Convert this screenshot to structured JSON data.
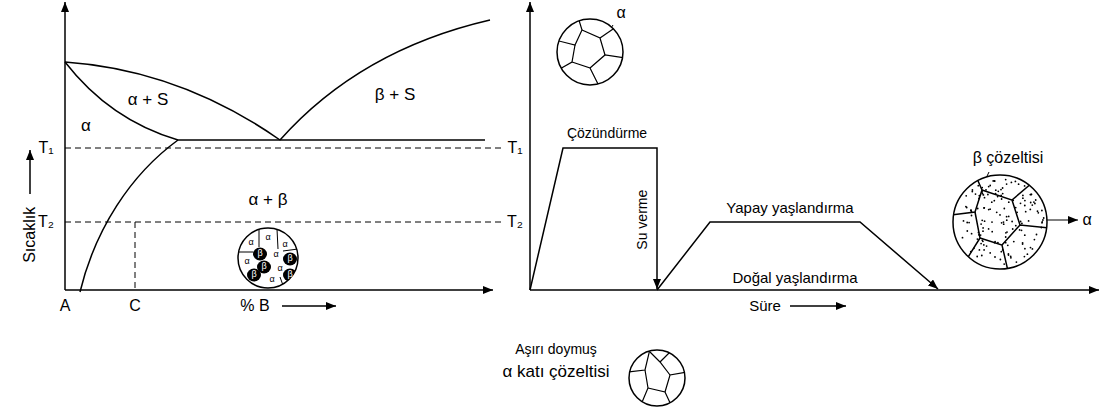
{
  "diagram": {
    "labels": [
      "Sıcaklık",
      "α + S",
      "β + S",
      "α",
      "T₁",
      "T₂",
      "α + β",
      "α",
      "α",
      "α",
      "β",
      "α",
      "β",
      "α",
      "β",
      "α",
      "β",
      "α",
      "β",
      "A",
      "C",
      "% B",
      "α",
      "T₁",
      "Çözündürme",
      "T₂",
      "Yapay yaşlandırma",
      "Su verme",
      "β çözeltisi",
      "α",
      "Doğal yaşlandırma",
      "Süre",
      "Aşırı doymuş",
      "α katı çözeltisi"
    ]
  }
}
